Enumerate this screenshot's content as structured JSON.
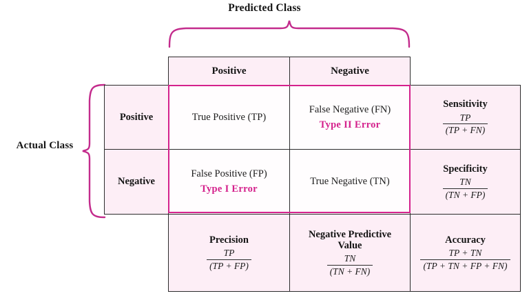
{
  "titles": {
    "predicted_class": "Predicted Class",
    "actual_class": "Actual Class"
  },
  "colors": {
    "accent_pink": "#d4218c",
    "cell_tint": "#fdeef6",
    "border": "#2b2b2b",
    "text": "#141414"
  },
  "column_headers": [
    {
      "label": "Positive"
    },
    {
      "label": "Negative"
    }
  ],
  "row_headers": [
    {
      "label": "Positive"
    },
    {
      "label": "Negative"
    }
  ],
  "matrix": {
    "tp": {
      "label": "True Positive (TP)",
      "error": ""
    },
    "fn": {
      "label": "False Negative (FN)",
      "error": "Type II Error"
    },
    "fp": {
      "label": "False Positive (FP)",
      "error": "Type I Error"
    },
    "tn": {
      "label": "True Negative (TN)",
      "error": ""
    }
  },
  "row_metrics": [
    {
      "name": "Sensitivity",
      "numerator": "TP",
      "denominator": "(TP + FN)"
    },
    {
      "name": "Specificity",
      "numerator": "TN",
      "denominator": "(TN + FP)"
    }
  ],
  "column_metrics": [
    {
      "name": "Precision",
      "numerator": "TP",
      "denominator": "(TP + FP)"
    },
    {
      "name": "Negative Predictive Value",
      "numerator": "TN",
      "denominator": "(TN + FN)"
    },
    {
      "name": "Accuracy",
      "numerator": "TP + TN",
      "denominator": "(TP + TN + FP + FN)"
    }
  ]
}
